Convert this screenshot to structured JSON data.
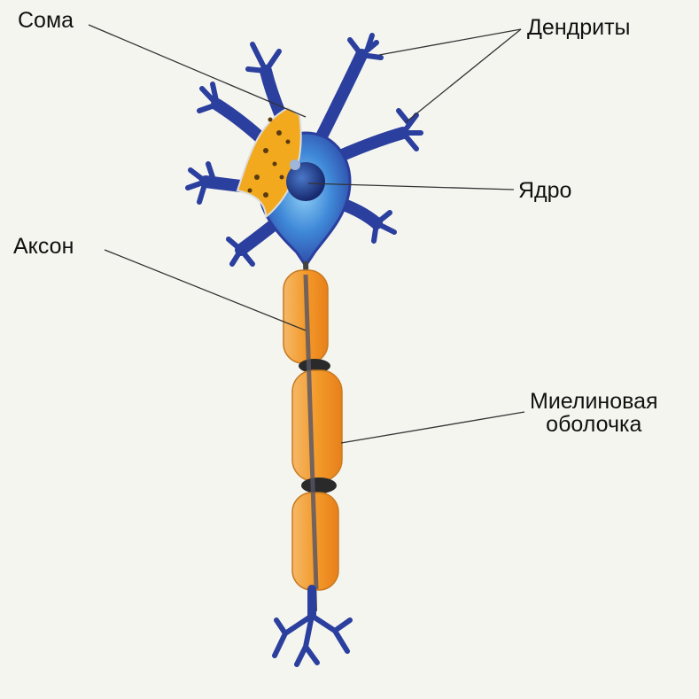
{
  "labels": {
    "soma": "Сома",
    "dendrites": "Дендриты",
    "nucleus": "Ядро",
    "axon": "Аксон",
    "myelin_line1": "Миелиновая",
    "myelin_line2": "оболочка"
  },
  "colors": {
    "background": "#f5f5f0",
    "neuron_blue": "#2b3f9e",
    "soma_light": "#5aa8e6",
    "cytoplasm": "#f2a91e",
    "myelin": "#f6a23c",
    "node": "#2a2a2a"
  }
}
